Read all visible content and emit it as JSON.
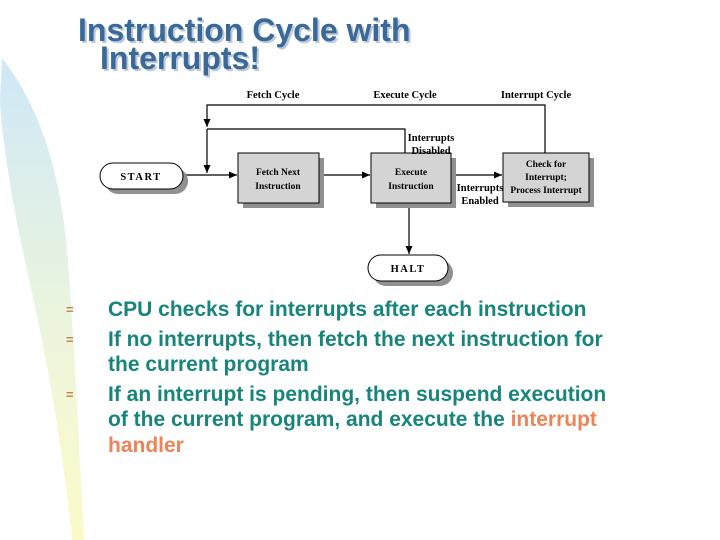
{
  "slide": {
    "title_line1": "Instruction Cycle with",
    "title_line2": "Interrupts!"
  },
  "diagram": {
    "column_labels": {
      "fetch": "Fetch Cycle",
      "execute": "Execute Cycle",
      "interrupt": "Interrupt Cycle"
    },
    "start_label": "START",
    "fetch_box_line1": "Fetch Next",
    "fetch_box_line2": "Instruction",
    "execute_box_line1": "Execute",
    "execute_box_line2": "Instruction",
    "check_box_line1": "Check for",
    "check_box_line2": "Interrupt;",
    "check_box_line3": "Process Interrupt",
    "halt_label": "HALT",
    "interrupts_disabled_line1": "Interrupts",
    "interrupts_disabled_line2": "Disabled",
    "interrupts_enabled_line1": "Interrupts",
    "interrupts_enabled_line2": "Enabled"
  },
  "bullets": [
    {
      "marker": "=",
      "lines": [
        [
          {
            "t": "CPU checks for interrupts after each instruction",
            "h": false
          }
        ]
      ]
    },
    {
      "marker": "=",
      "lines": [
        [
          {
            "t": "If no interrupts, then fetch the next instruction for",
            "h": false
          }
        ],
        [
          {
            "t": "the current program",
            "h": false
          }
        ]
      ]
    },
    {
      "marker": "=",
      "lines": [
        [
          {
            "t": "If an interrupt is pending, then suspend execution",
            "h": false
          }
        ],
        [
          {
            "t": "of the current program, and execute the ",
            "h": false
          },
          {
            "t": "interrupt",
            "h": true
          }
        ],
        [
          {
            "t": "handler",
            "h": true
          }
        ]
      ]
    }
  ],
  "colors": {
    "title_text": "#3A6897",
    "title_shadow": "#BCC9DC",
    "bullet_text": "#17857B",
    "bullet_highlight": "#EC8457",
    "bullet_marker": "#C17F4A",
    "diagram_box_fill": "#D4D4D4",
    "diagram_box_shadow": "#909090",
    "diagram_line": "#000000",
    "swoosh_top": "#CFE7F8",
    "swoosh_middle": "#E4F2E4",
    "swoosh_bottom": "#FAFAC8"
  }
}
